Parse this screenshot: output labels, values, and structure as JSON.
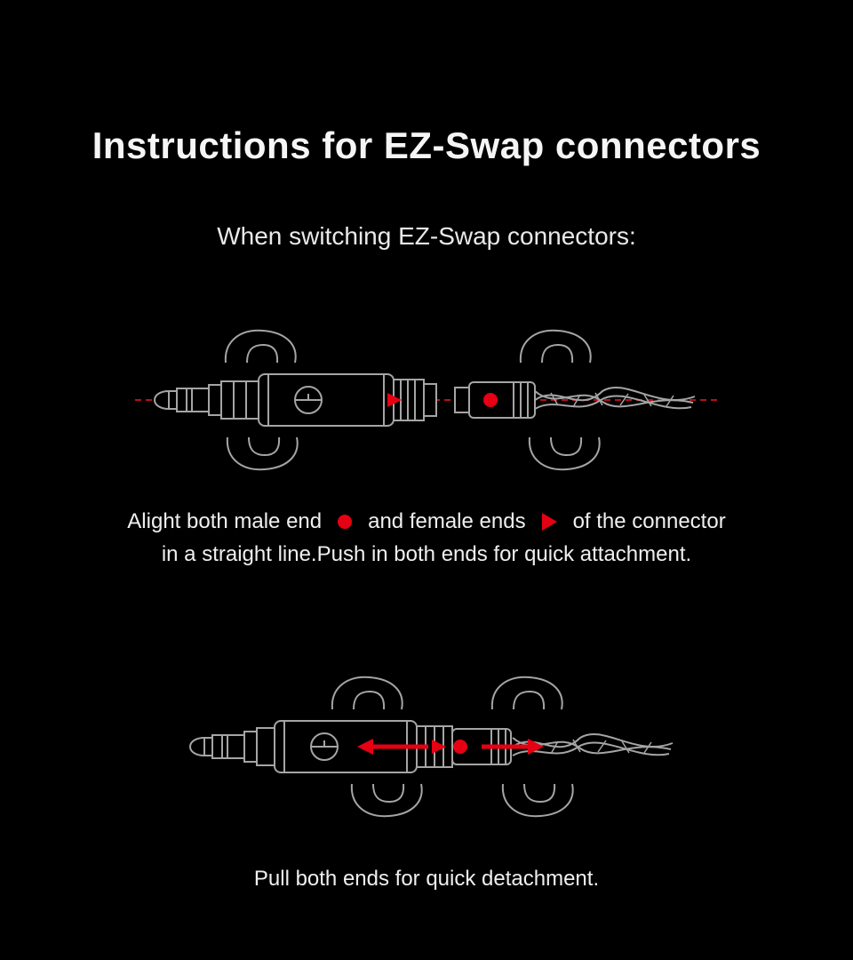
{
  "page": {
    "title": "Instructions for EZ-Swap connectors",
    "subtitle": "When switching EZ-Swap connectors:"
  },
  "captions": {
    "attach_line1_part1": "Alight both male end",
    "attach_line1_part2": "and female ends",
    "attach_line1_part3": "of the connector",
    "attach_line2": "in a straight line.Push in both ends for quick attachment.",
    "detach": "Pull both ends for quick detachment."
  },
  "icons": {
    "male_end_marker": "red-dot",
    "female_end_marker": "red-right-triangle",
    "alignment_axis": "red-dashed-line",
    "detach_left_arrow": "red-arrow-left",
    "detach_right_arrow": "red-arrow-right"
  },
  "colors": {
    "background": "#000000",
    "accent_red": "#e60013",
    "dashed_line_red": "#b3111a",
    "line_art_gray": "#a5a5a5",
    "text": "#f2f2f2"
  }
}
